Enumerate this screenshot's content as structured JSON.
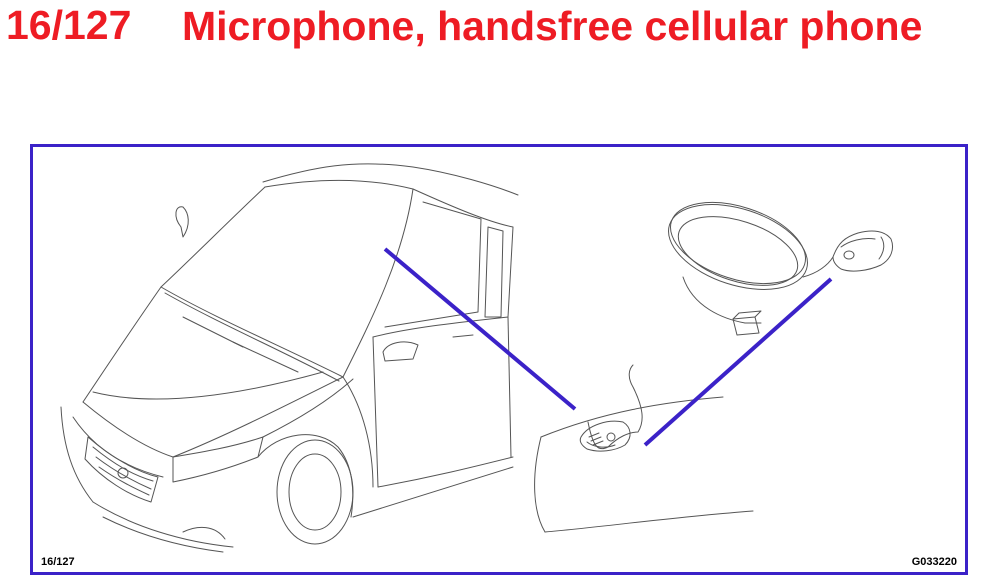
{
  "header": {
    "ref_number": "16/127",
    "title": "Microphone, handsfree cellular phone",
    "color": "#ee1c24"
  },
  "figure": {
    "frame_color": "#3b22c8",
    "leader_color": "#3b22c8",
    "ref_label": "16/127",
    "image_code": "G033220",
    "components": [
      "car-front-view",
      "microphone-installed",
      "microphone-with-cable"
    ]
  }
}
